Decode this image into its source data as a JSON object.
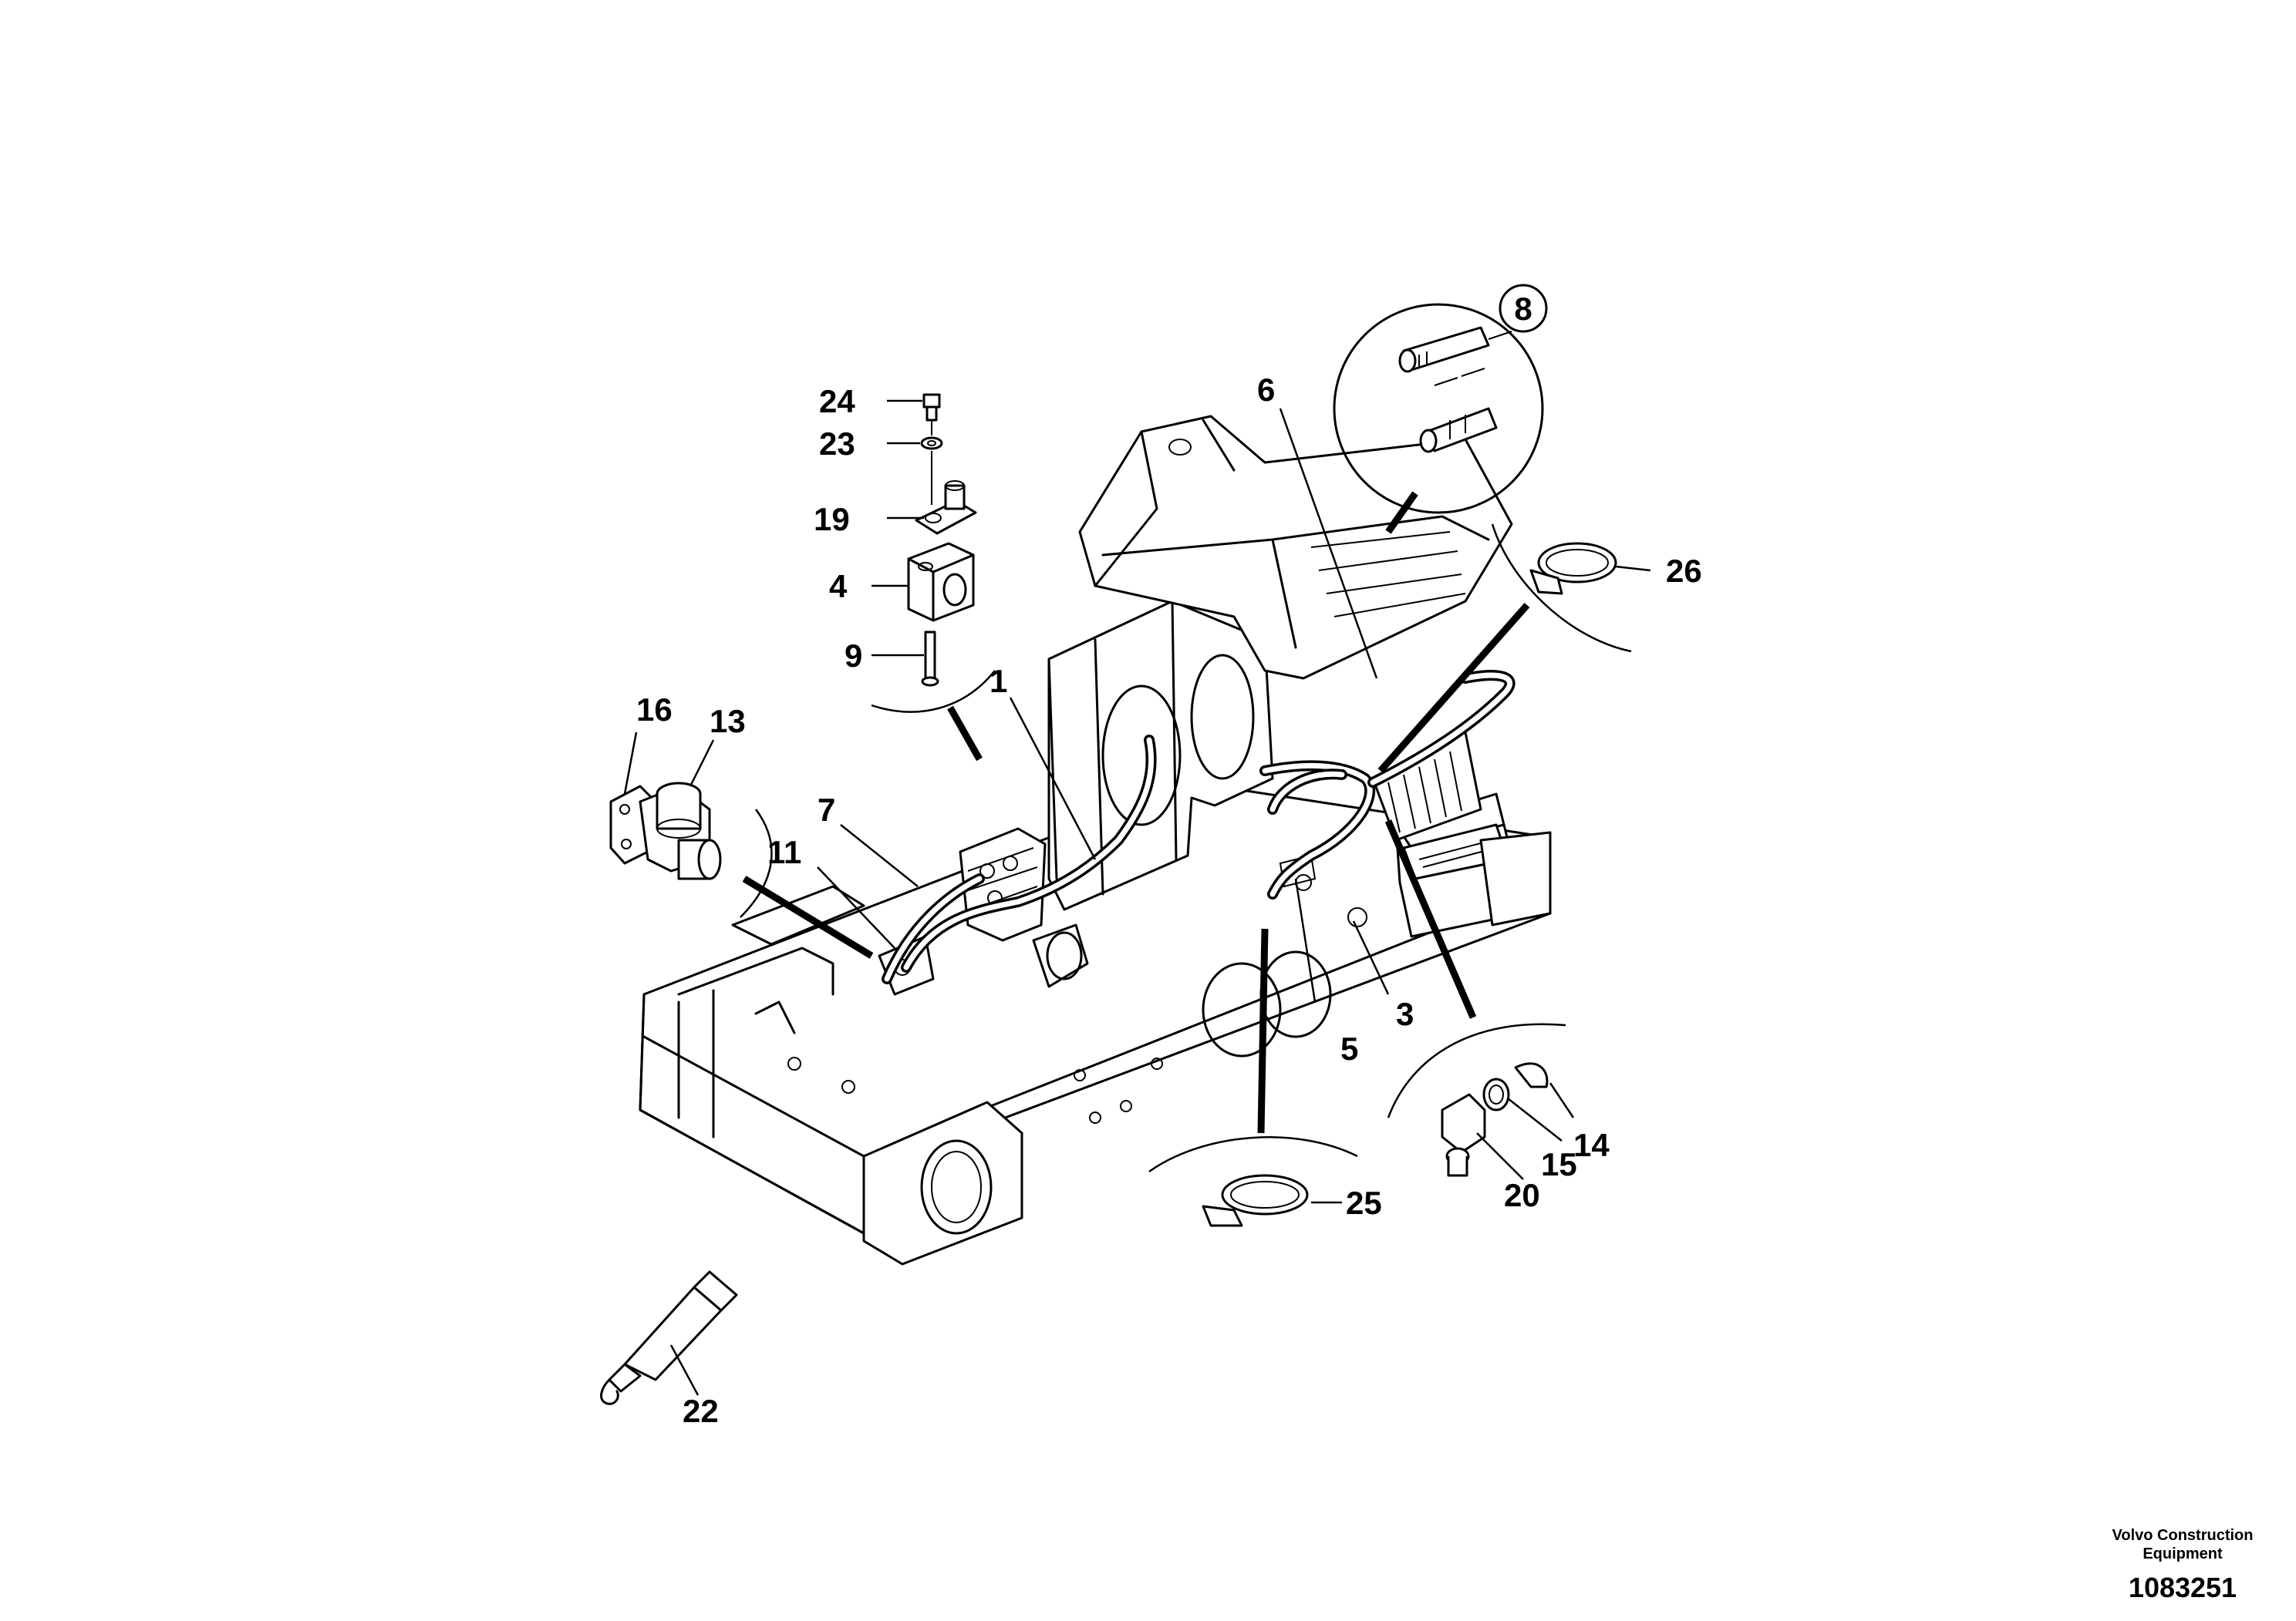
{
  "callouts": [
    {
      "id": "1",
      "text": "1"
    },
    {
      "id": "3",
      "text": "3"
    },
    {
      "id": "4",
      "text": "4"
    },
    {
      "id": "5",
      "text": "5"
    },
    {
      "id": "6",
      "text": "6"
    },
    {
      "id": "7",
      "text": "7"
    },
    {
      "id": "8",
      "text": "8"
    },
    {
      "id": "9",
      "text": "9"
    },
    {
      "id": "11",
      "text": "11"
    },
    {
      "id": "13",
      "text": "13"
    },
    {
      "id": "14",
      "text": "14"
    },
    {
      "id": "15",
      "text": "15"
    },
    {
      "id": "16",
      "text": "16"
    },
    {
      "id": "19",
      "text": "19"
    },
    {
      "id": "20",
      "text": "20"
    },
    {
      "id": "22",
      "text": "22"
    },
    {
      "id": "23",
      "text": "23"
    },
    {
      "id": "24",
      "text": "24"
    },
    {
      "id": "25",
      "text": "25"
    },
    {
      "id": "26",
      "text": "26"
    }
  ],
  "footer": {
    "brand_line1": "Volvo Construction",
    "brand_line2": "Equipment",
    "drawing_number": "1083251"
  }
}
